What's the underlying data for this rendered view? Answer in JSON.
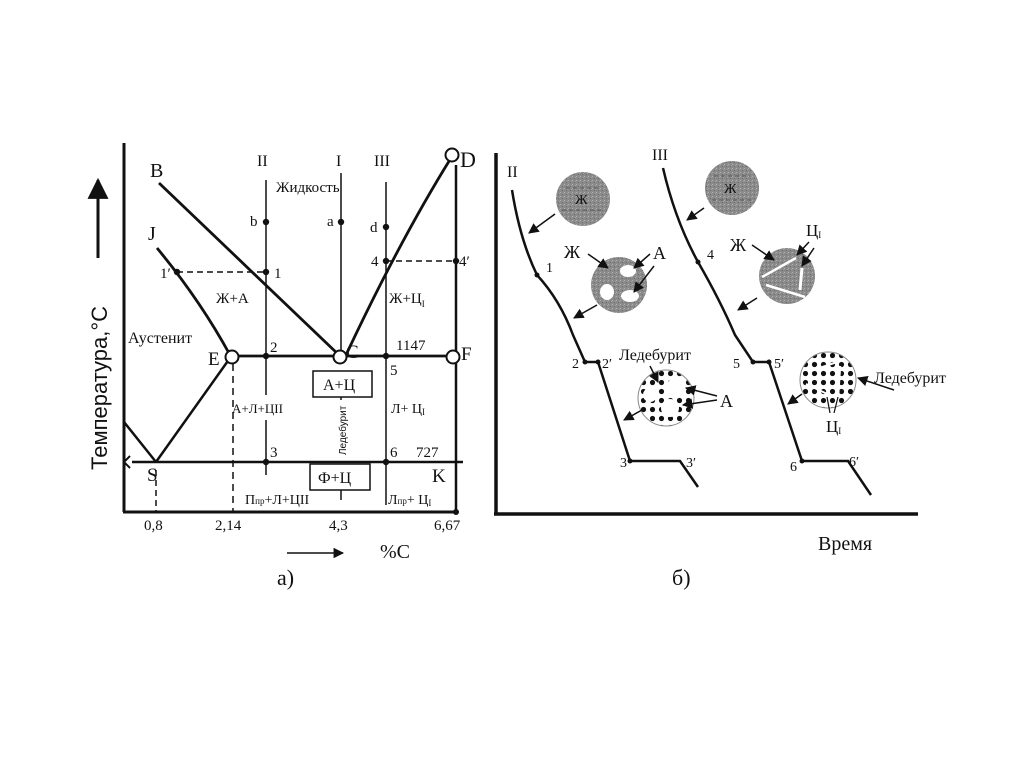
{
  "diagram_a": {
    "caption": "а)",
    "y_axis_label": "Температура,°С",
    "x_axis_label": "%С",
    "x_ticks": [
      "0,8",
      "2,14",
      "4,3",
      "6,67"
    ],
    "points": {
      "B": "B",
      "J": "J",
      "D": "D",
      "E": "E",
      "C": "C",
      "F": "F",
      "S": "S",
      "K": "K",
      "a": "a",
      "b": "b",
      "d": "d",
      "p1": "1",
      "p1prime": "1′",
      "p2": "2",
      "p3": "3",
      "p4": "4",
      "p4prime": "4′",
      "p5": "5",
      "p6": "6"
    },
    "alloy_lines": {
      "I": "I",
      "II": "II",
      "III": "III"
    },
    "temperatures": {
      "eutectic": "1147",
      "eutectoid": "727"
    },
    "regions": {
      "liquid": "Жидкость",
      "liquid_austenite": "Ж+А",
      "liquid_cementite": "Ж+Ц",
      "liquid_cementite_sub": "I",
      "austenite": "Аустенит",
      "austenite_cementite": "А+Ц",
      "ledeburite_vertical": "Ледебурит",
      "a_l_c2": "А+Л+ЦII",
      "l_c1": "Л+ Ц",
      "l_c1_sub": "I",
      "ferrite_cementite": "Ф+Ц",
      "p_l_c2_main": "П",
      "p_l_c2_sub": "пр",
      "p_l_c2_rest": "+Л+ЦII",
      "lpr_c1_main": "Л",
      "lpr_c1_sub": "пр",
      "lpr_c1_rest": "+ Ц",
      "lpr_c1_sub2": "I"
    }
  },
  "diagram_b": {
    "caption": "б)",
    "x_axis_label": "Время",
    "curves": {
      "II": {
        "label": "II",
        "points": [
          "1",
          "2",
          "2′",
          "3",
          "3′"
        ]
      },
      "III": {
        "label": "III",
        "points": [
          "4",
          "5",
          "5′",
          "6",
          "6′"
        ]
      }
    },
    "micro_labels": {
      "liquid": "Ж",
      "austenite": "А",
      "ledeburite": "Ледебурит",
      "cementite1_main": "Ц",
      "cementite1_sub": "I"
    },
    "colors": {
      "grain": "#8a8a8a",
      "ink": "#111111"
    }
  }
}
